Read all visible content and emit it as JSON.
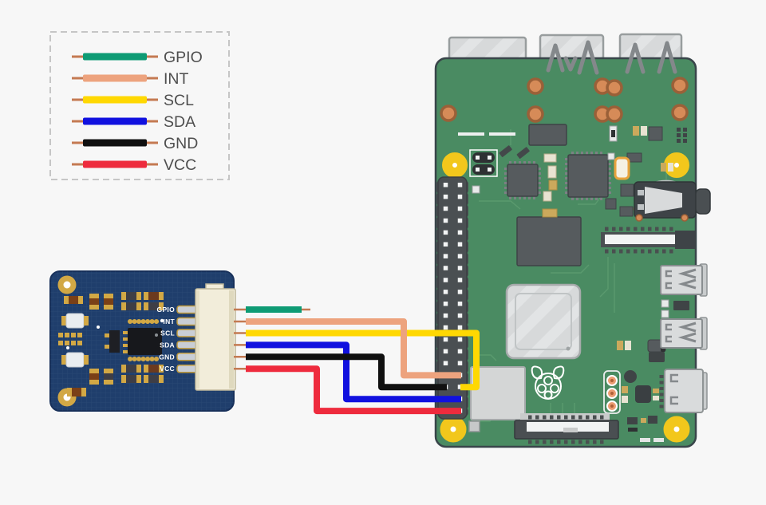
{
  "legend": {
    "items": [
      {
        "label": "GPIO",
        "color": "#0E9B74"
      },
      {
        "label": "INT",
        "color": "#EDA37E"
      },
      {
        "label": "SCL",
        "color": "#FFD802"
      },
      {
        "label": "SDA",
        "color": "#1111DF"
      },
      {
        "label": "GND",
        "color": "#101010"
      },
      {
        "label": "VCC",
        "color": "#EE2B3D"
      }
    ],
    "lead_color": "#C47A52"
  },
  "module": {
    "pins": [
      "GPIO",
      "INT",
      "SCL",
      "SDA",
      "GND",
      "VCC"
    ],
    "board_color": "#1F3E6C",
    "connector_color": "#F2EDDA",
    "pad_gold": "#D2A845"
  },
  "pi": {
    "board_color": "#4A8B62",
    "trace_color": "#5C9C70",
    "mount_hole_color": "#F2C71C",
    "header_color": "#4A4F52",
    "copper_pad": "#D68B58"
  },
  "wires": [
    {
      "label": "GPIO",
      "color": "#0E9B74",
      "connected": false
    },
    {
      "label": "INT",
      "color": "#EDA37E",
      "connected": true
    },
    {
      "label": "SCL",
      "color": "#FFD802",
      "connected": true
    },
    {
      "label": "SDA",
      "color": "#1111DF",
      "connected": true
    },
    {
      "label": "GND",
      "color": "#101010",
      "connected": true
    },
    {
      "label": "VCC",
      "color": "#EE2B3D",
      "connected": true
    }
  ]
}
